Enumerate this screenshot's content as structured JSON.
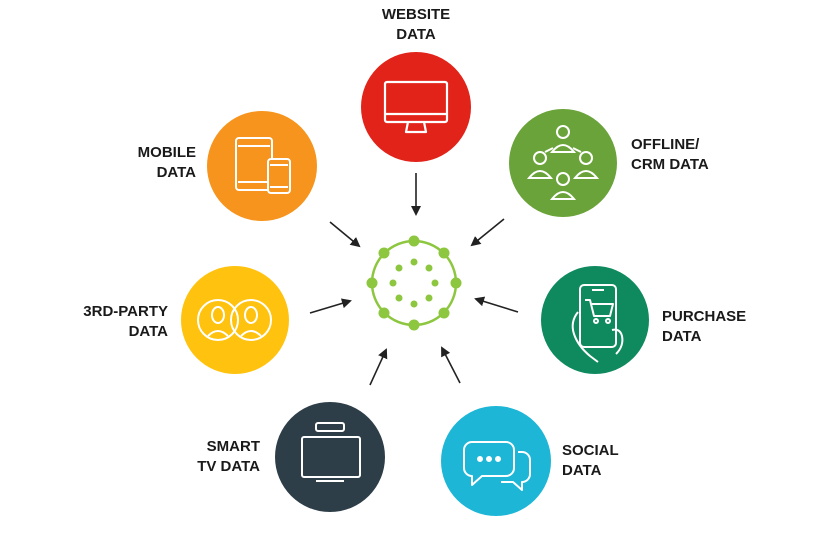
{
  "sources": [
    {
      "id": "website",
      "lines": [
        "WEBSITE",
        "DATA"
      ],
      "color": "#e2231a",
      "icon": "monitor-icon"
    },
    {
      "id": "offline-crm",
      "lines": [
        "OFFLINE/",
        "CRM DATA"
      ],
      "color": "#6aa339",
      "icon": "people-network-icon"
    },
    {
      "id": "purchase",
      "lines": [
        "PURCHASE",
        "DATA"
      ],
      "color": "#0e8a5e",
      "icon": "mobile-cart-icon"
    },
    {
      "id": "social",
      "lines": [
        "SOCIAL",
        "DATA"
      ],
      "color": "#1db6d6",
      "icon": "chat-bubbles-icon"
    },
    {
      "id": "smart-tv",
      "lines": [
        "SMART",
        "TV DATA"
      ],
      "color": "#2e3e48",
      "icon": "tv-icon"
    },
    {
      "id": "third-party",
      "lines": [
        "3RD-PARTY",
        "DATA"
      ],
      "color": "#ffc20e",
      "icon": "two-people-icon"
    },
    {
      "id": "mobile",
      "lines": [
        "MOBILE",
        "DATA"
      ],
      "color": "#f7941d",
      "icon": "tablet-phone-icon"
    }
  ],
  "hub": {
    "color": "#8dc63f",
    "icon": "data-hub-icon"
  }
}
